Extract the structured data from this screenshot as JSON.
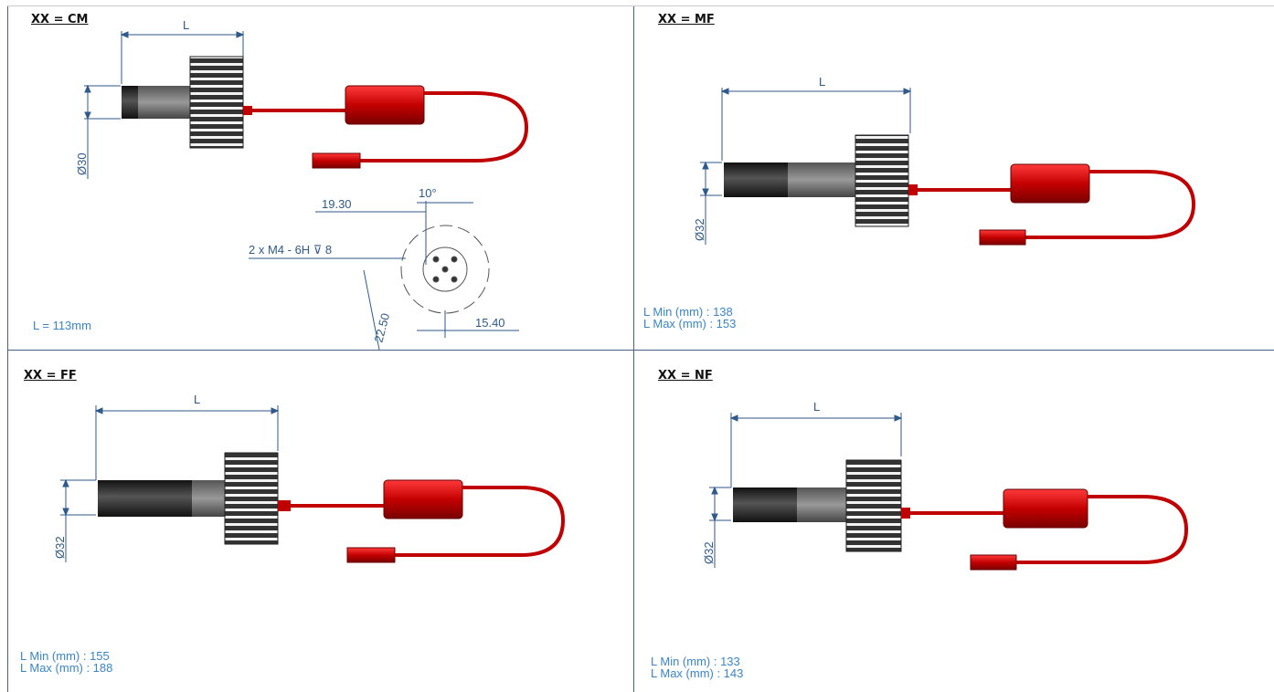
{
  "panels": {
    "cm": {
      "title": "XX = CM",
      "dim_length": "L",
      "dim_diameter": "Ø30",
      "spec_line1": "L = 113mm",
      "detail": {
        "angle": "10°",
        "dim_a": "19.30",
        "thread": "2 x M4 - 6H ⊽ 8",
        "dim_b": "22.50",
        "dim_c": "15.40"
      }
    },
    "mf": {
      "title": "XX = MF",
      "dim_length": "L",
      "dim_diameter": "Ø32",
      "spec_line1": "L Min (mm) : 138",
      "spec_line2": "L Max (mm) : 153"
    },
    "ff": {
      "title": "XX = FF",
      "dim_length": "L",
      "dim_diameter": "Ø32",
      "spec_line1": "L Min (mm) : 155",
      "spec_line2": "L Max (mm) : 188"
    },
    "nf": {
      "title": "XX = NF",
      "dim_length": "L",
      "dim_diameter": "Ø32",
      "spec_line1": "L Min (mm) : 133",
      "spec_line2": "L Max (mm) : 143"
    }
  },
  "colors": {
    "dimension": "#2f5a8a",
    "spec_text": "#3a85c8",
    "cable_red": "#d01010",
    "body_dark": "#2a2a2a"
  }
}
